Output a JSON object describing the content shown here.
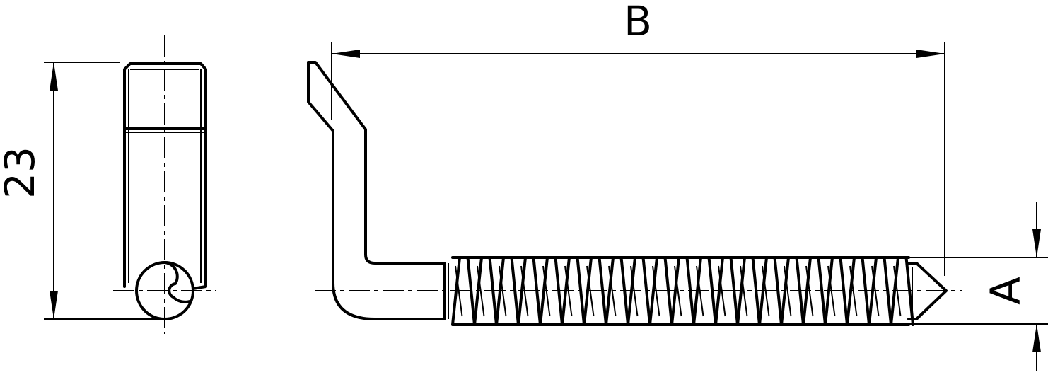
{
  "dimensions": {
    "height_label": "23",
    "length_label": "B",
    "thread_label": "A"
  }
}
